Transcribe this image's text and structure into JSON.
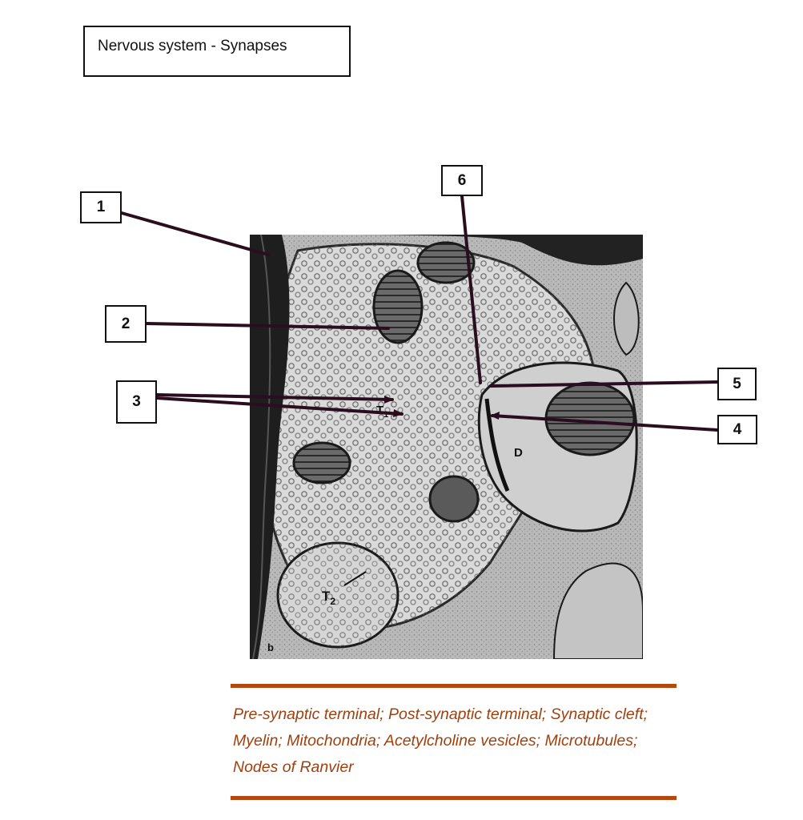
{
  "title": "Nervous system - Synapses",
  "labels": [
    "1",
    "2",
    "3",
    "4",
    "5",
    "6"
  ],
  "micrograph_labels": {
    "t1": "T",
    "t1_sub": "1",
    "t2": "T",
    "t2_sub": "2",
    "d": "D",
    "panel": "b"
  },
  "word_bank": "Pre-synaptic terminal; Post-synaptic terminal; Synaptic cleft; Myelin; Mitochondria; Acetylcholine vesicles; Microtubules; Nodes of Ranvier",
  "colors": {
    "leader": "#2a0e1e",
    "accent": "#b5470f",
    "wordbank_text": "#a0400e"
  }
}
